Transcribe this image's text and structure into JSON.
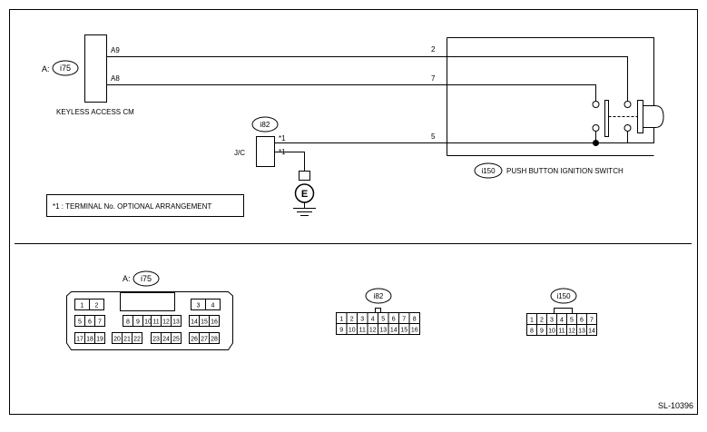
{
  "keyless_cm": {
    "prefix": "A:",
    "connector": "i75",
    "name": "KEYLESS ACCESS CM",
    "pins": [
      "A9",
      "A8"
    ]
  },
  "jc": {
    "connector": "i82",
    "name": "J/C",
    "marks": [
      "*1",
      "*1"
    ],
    "ground": "E"
  },
  "switch": {
    "connector": "i150",
    "name": "PUSH BUTTON IGNITION SWITCH",
    "pins": [
      "2",
      "7",
      "5"
    ]
  },
  "note": "*1 : TERMINAL No. OPTIONAL ARRANGEMENT",
  "connector_views": {
    "a_prefix": "A:",
    "i75_label": "i75",
    "i75_rows": [
      [
        [
          "1",
          "2"
        ],
        [
          "3",
          "4"
        ]
      ],
      [
        [
          "5",
          "6",
          "7"
        ],
        [
          "8",
          "9",
          "10"
        ],
        [
          "11",
          "12",
          "13"
        ],
        [
          "14",
          "15",
          "16"
        ]
      ],
      [
        [
          "17",
          "18",
          "19"
        ],
        [
          "20",
          "21",
          "22"
        ],
        [
          "23",
          "24",
          "25"
        ],
        [
          "26",
          "27",
          "28"
        ]
      ]
    ],
    "i82_label": "i82",
    "i82_rows": [
      [
        "1",
        "2",
        "3",
        "4",
        "5",
        "6",
        "7",
        "8"
      ],
      [
        "9",
        "10",
        "11",
        "12",
        "13",
        "14",
        "15",
        "16"
      ]
    ],
    "i150_label": "i150",
    "i150_rows": [
      [
        "1",
        "2",
        "3",
        "4",
        "5",
        "6",
        "7"
      ],
      [
        "8",
        "9",
        "10",
        "11",
        "12",
        "13",
        "14"
      ]
    ]
  },
  "figure_id": "SL-10396"
}
